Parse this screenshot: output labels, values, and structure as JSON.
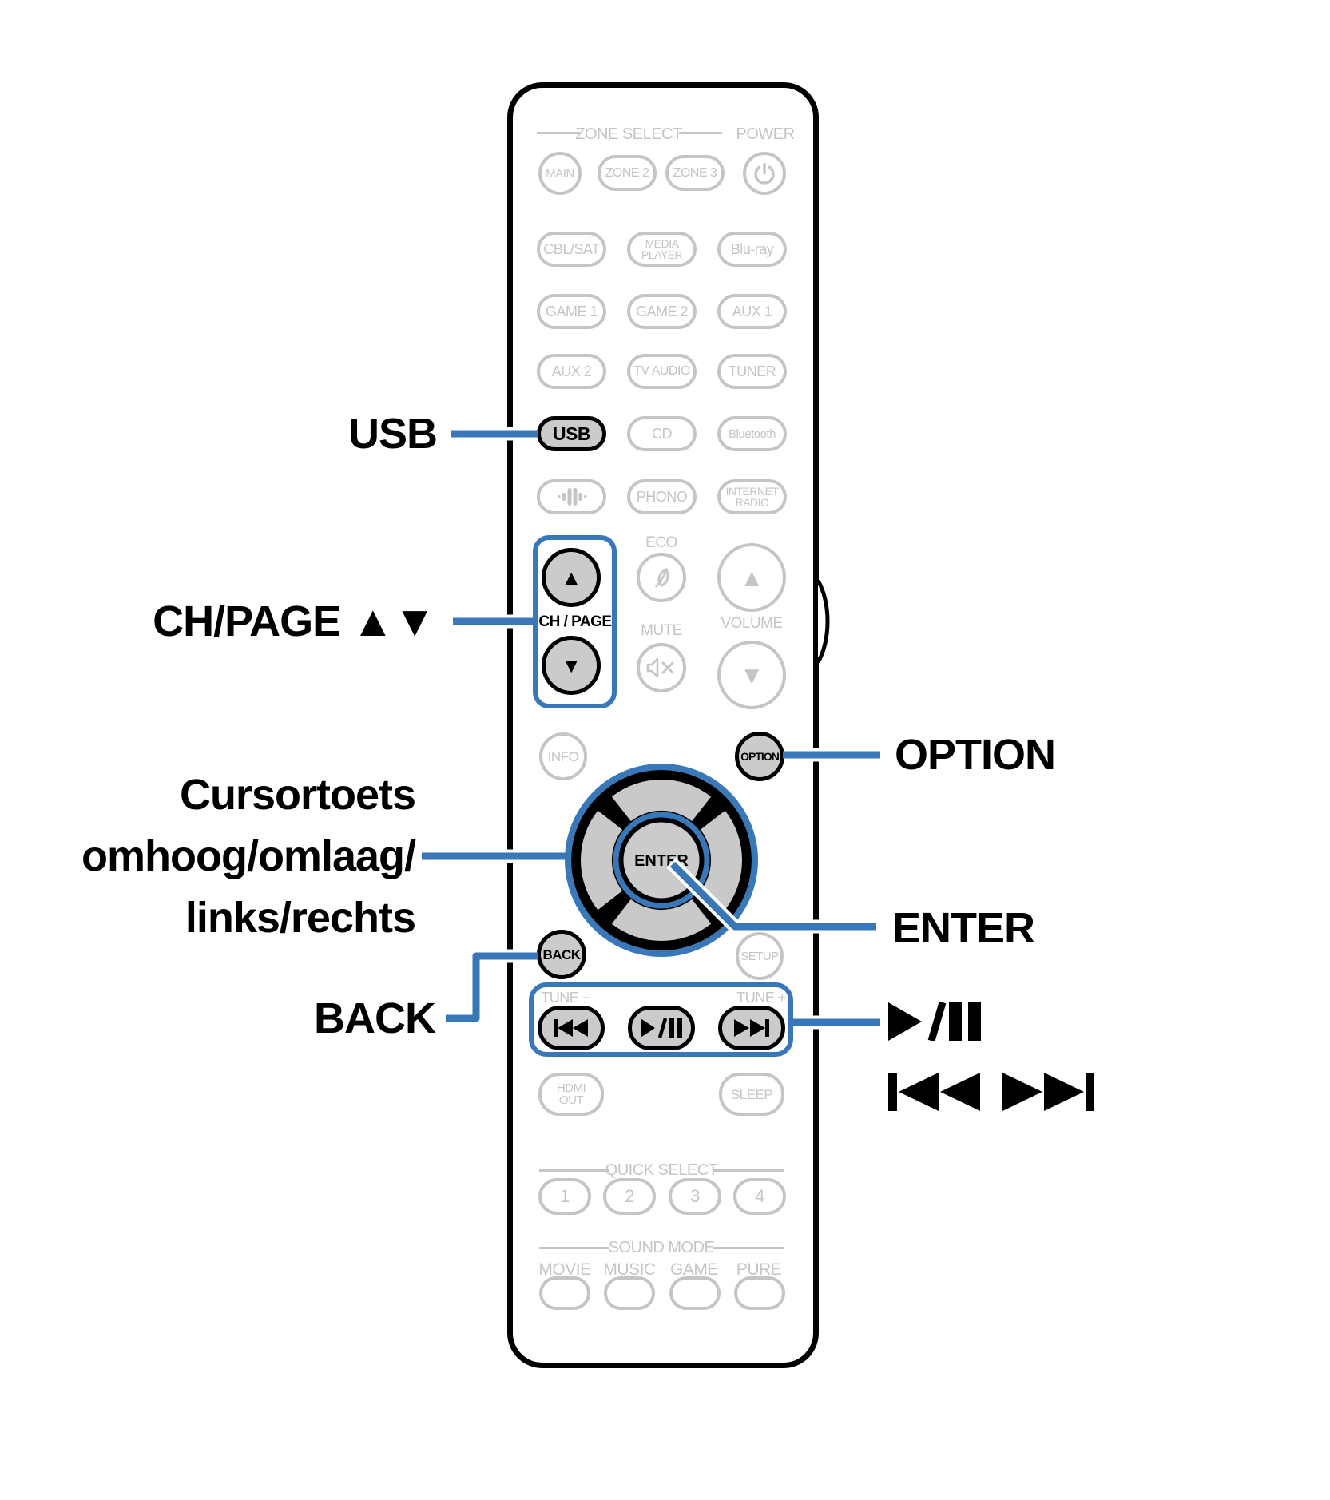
{
  "colors": {
    "accent_blue": "#3877B8",
    "outline_gray": "#C5C5C5",
    "button_fill_gray": "#CBCBCB",
    "black": "#000000"
  },
  "callouts": {
    "usb": "USB",
    "ch_page": "CH/PAGE ▲▼",
    "cursor_line1": "Cursortoets",
    "cursor_line2": "omhoog/omlaag/",
    "cursor_line3": "links/rechts",
    "back": "BACK",
    "option": "OPTION",
    "enter": "ENTER"
  },
  "icons": {
    "power": "power-icon",
    "sound_bars": "sound-bars-icon",
    "eco_leaf": "leaf-icon",
    "mute": "mute-speaker-icon",
    "skip_back": "skip-back-icon",
    "play_pause": "play-pause-icon",
    "skip_forward": "skip-forward-icon",
    "play_pause_callout": "play-pause-icon",
    "skip_callout": "skip-back-forward-icon"
  },
  "remote": {
    "zone_select": "ZONE SELECT",
    "power": "POWER",
    "main": "MAIN",
    "zone2": "ZONE 2",
    "zone3": "ZONE 3",
    "cbl_sat": "CBL/SAT",
    "media_l1": "MEDIA",
    "media_l2": "PLAYER",
    "bluray": "Blu-ray",
    "game1": "GAME 1",
    "game2": "GAME 2",
    "aux1": "AUX 1",
    "aux2": "AUX 2",
    "tv_audio": "TV AUDIO",
    "tuner": "TUNER",
    "usb": "USB",
    "cd": "CD",
    "bluetooth": "Bluetooth",
    "phono": "PHONO",
    "internet_l1": "INTERNET",
    "internet_l2": "RADIO",
    "eco": "ECO",
    "ch_page": "CH / PAGE",
    "mute": "MUTE",
    "volume": "VOLUME",
    "info": "INFO",
    "option": "OPTION",
    "enter": "ENTER",
    "back": "BACK",
    "setup": "SETUP",
    "tune_minus": "TUNE −",
    "tune_plus": "TUNE +",
    "hdmi_l1": "HDMI",
    "hdmi_l2": "OUT",
    "sleep": "SLEEP",
    "quick_select": "QUICK SELECT",
    "q1": "1",
    "q2": "2",
    "q3": "3",
    "q4": "4",
    "sound_mode": "SOUND MODE",
    "movie": "MOVIE",
    "music": "MUSIC",
    "game": "GAME",
    "pure": "PURE",
    "up_glyph": "▲",
    "down_glyph": "▼"
  }
}
